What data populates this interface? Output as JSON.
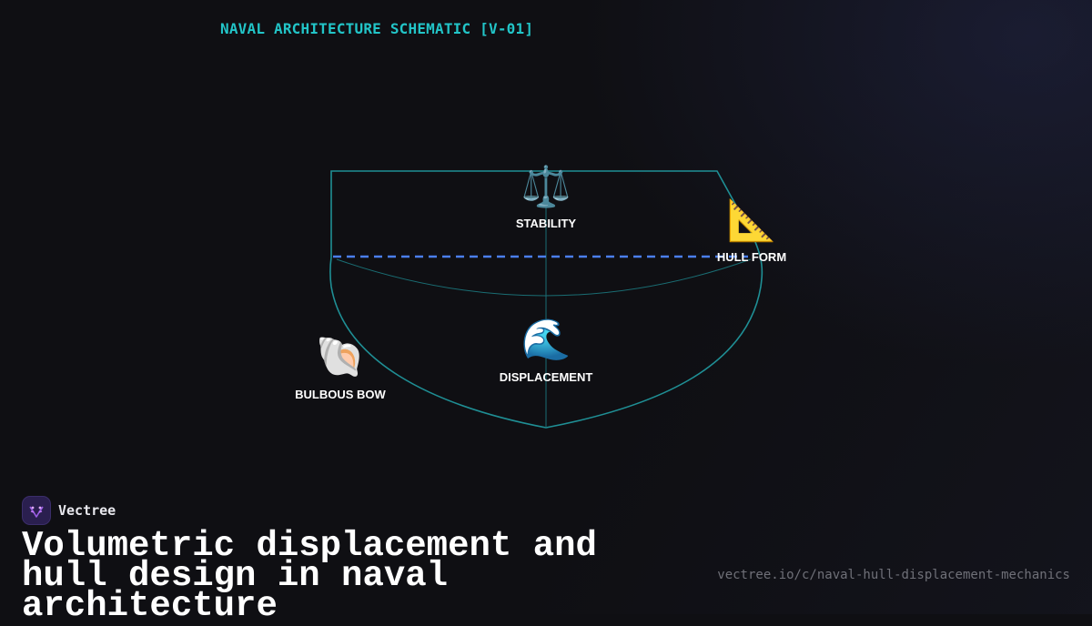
{
  "schematic": {
    "title": "NAVAL ARCHITECTURE SCHEMATIC [V-01]"
  },
  "colors": {
    "background": "#0f0f13",
    "accent_teal": "#22c5c8",
    "hull_line": "#1f8f95",
    "waterline": "#4a7ff0",
    "brand_bg": "#2a1f4f",
    "url_text": "#6f7078"
  },
  "nodes": {
    "stability": {
      "label": "STABILITY",
      "icon": "balance-scale-icon",
      "glyph": "⚖️"
    },
    "hull_form": {
      "label": "HULL FORM",
      "icon": "triangular-ruler-icon",
      "glyph": "📐"
    },
    "displacement": {
      "label": "DISPLACEMENT",
      "icon": "water-wave-icon",
      "glyph": "🌊"
    },
    "bulbous_bow": {
      "label": "BULBOUS BOW",
      "icon": "spiral-shell-icon",
      "glyph": "🐚"
    }
  },
  "brand": {
    "name": "Vectree",
    "logo_icon": "vectree-logo-icon"
  },
  "headline": "Volumetric displacement and hull design in naval architecture",
  "source_url": "vectree.io/c/naval-hull-displacement-mechanics"
}
